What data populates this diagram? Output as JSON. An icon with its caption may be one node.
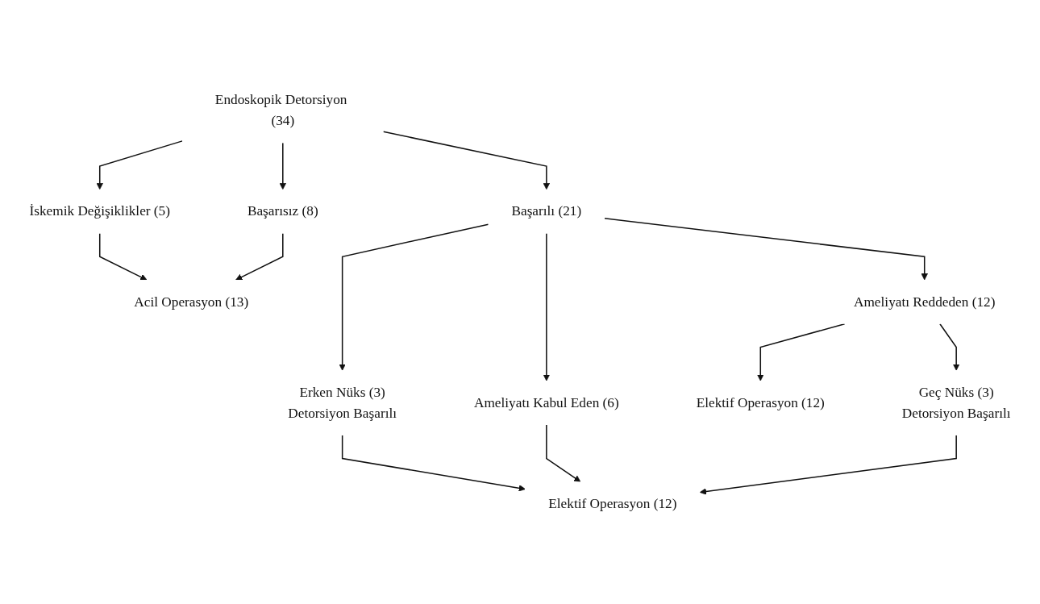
{
  "diagram": {
    "nodes": [
      {
        "text": [
          "Endoskopik Detorsiyon (34)"
        ]
      },
      {
        "text": [
          "İskemik Değişiklikler (5)"
        ]
      },
      {
        "text": [
          "Başarısız (8)"
        ]
      },
      {
        "text": [
          "Başarılı (21)"
        ]
      },
      {
        "text": [
          "Erken Nüks (3)",
          "Detorsiyon Başarılı"
        ]
      },
      {
        "text": [
          "Acil Operasyon (13)"
        ]
      },
      {
        "text": [
          "Ameliyatı Reddeden (12)"
        ]
      },
      {
        "text": [
          "Ameliyatı Kabul Eden (6)"
        ]
      },
      {
        "text": [
          "Elektif Operasyon (12)"
        ]
      },
      {
        "text": [
          "Geç Nüks (3)",
          "Detorsiyon Başarılı"
        ]
      },
      {
        "text": [
          "Elektif Operasyon (12)"
        ]
      }
    ],
    "edges": [
      {
        "from": 0,
        "to": 1,
        "arrow": "to"
      },
      {
        "from": 0,
        "to": 2,
        "arrow": "to"
      },
      {
        "from": 0,
        "to": 3,
        "arrow": "to"
      },
      {
        "from": 3,
        "to": 4,
        "arrow": "to"
      },
      {
        "from": 1,
        "to": 5,
        "arrow": "to"
      },
      {
        "from": 2,
        "to": 5,
        "arrow": "to"
      },
      {
        "from": 3,
        "to": 6,
        "arrow": "to"
      },
      {
        "from": 3,
        "to": 7,
        "arrow": "to"
      },
      {
        "from": 4,
        "to": 10,
        "arrow": "to"
      },
      {
        "from": 7,
        "to": 10,
        "arrow": "to"
      },
      {
        "from": 6,
        "to": 8,
        "arrow": "to"
      },
      {
        "from": 6,
        "to": 9,
        "arrow": "to"
      },
      {
        "from": 9,
        "to": 10,
        "arrow": "to"
      }
    ]
  }
}
